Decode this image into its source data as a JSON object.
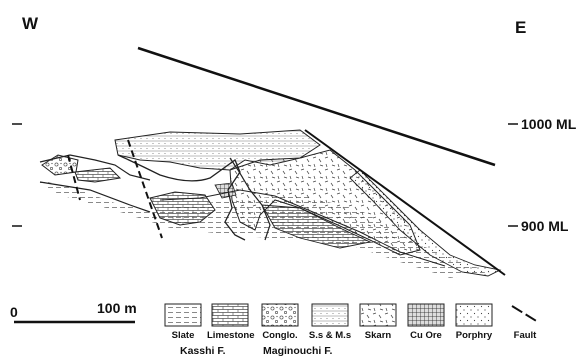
{
  "directions": {
    "west": "W",
    "east": "E"
  },
  "levels": [
    {
      "label": "1000 ML"
    },
    {
      "label": "900 ML"
    }
  ],
  "scale": {
    "zero": "0",
    "length": "100 m"
  },
  "legend": {
    "items": [
      {
        "label": "Slate",
        "pattern": "slate"
      },
      {
        "label": "Limestone",
        "pattern": "limestone"
      },
      {
        "label": "Conglo.",
        "pattern": "conglo"
      },
      {
        "label": "S.s & M.s",
        "pattern": "ssms"
      },
      {
        "label": "Skarn",
        "pattern": "skarn"
      },
      {
        "label": "Cu Ore",
        "pattern": "cuore"
      },
      {
        "label": "Porphry",
        "pattern": "porphry"
      }
    ],
    "fault_label": "Fault"
  },
  "formations": {
    "kasshi": "Kasshi F.",
    "maginouchi": "Maginouchi F."
  }
}
